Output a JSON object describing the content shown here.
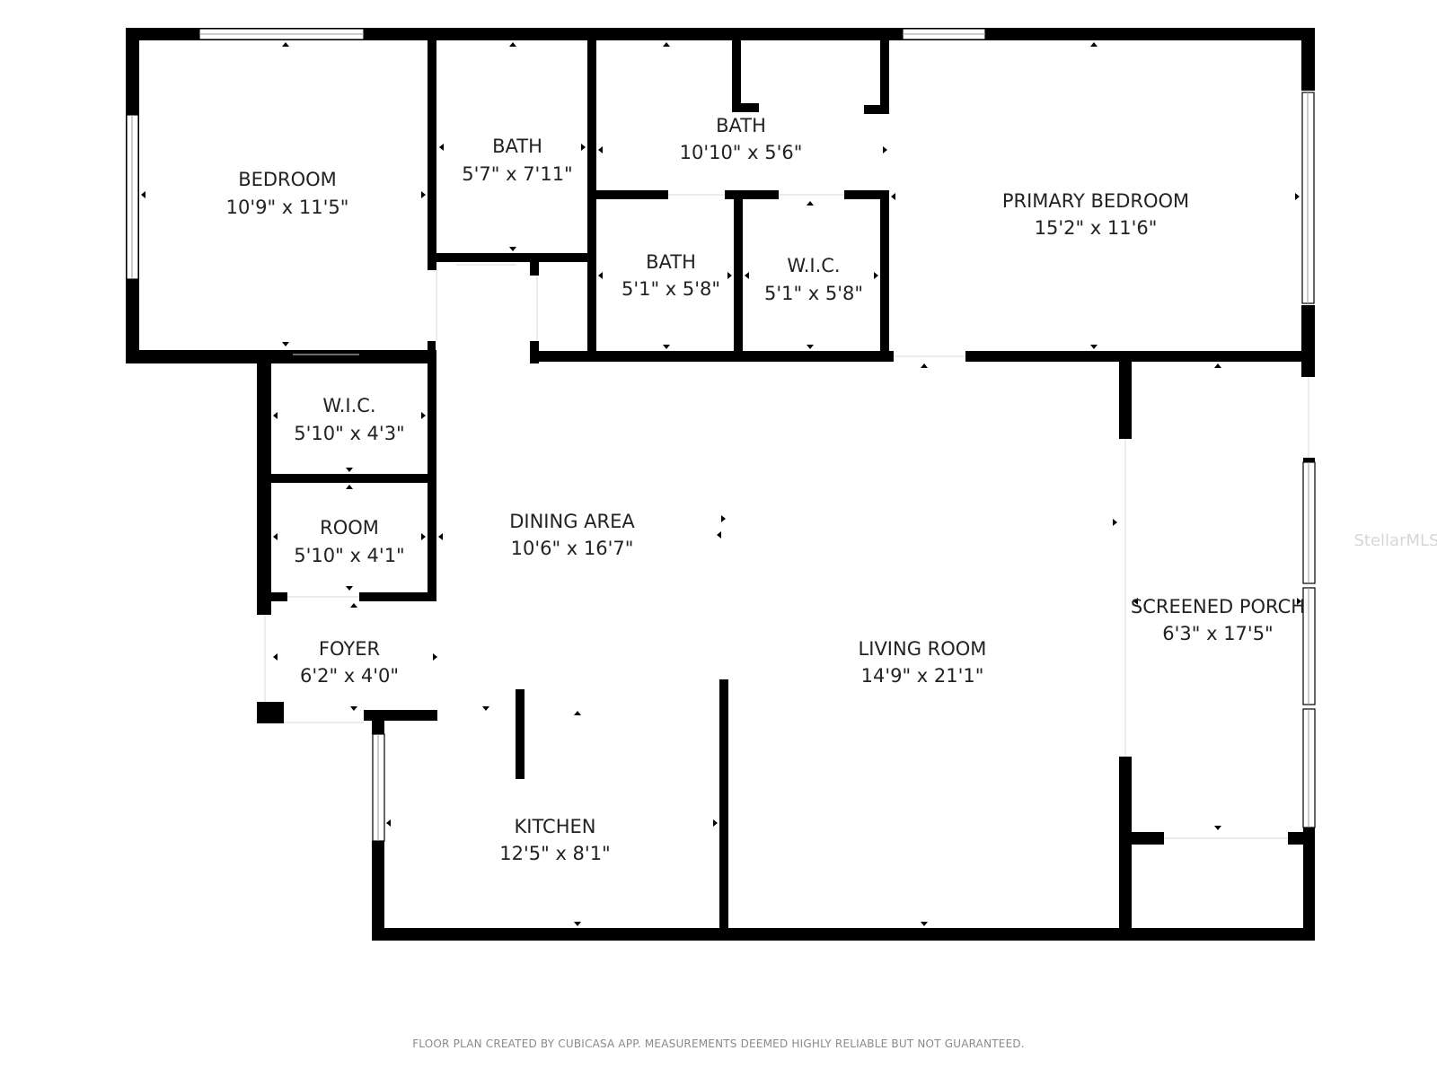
{
  "rooms": {
    "bedroom": {
      "name": "BEDROOM",
      "dims": "10'9\" x 11'5\""
    },
    "bath1": {
      "name": "BATH",
      "dims": "5'7\" x 7'11\""
    },
    "bath2": {
      "name": "BATH",
      "dims": "10'10\" x 5'6\""
    },
    "primary_bedroom": {
      "name": "PRIMARY BEDROOM",
      "dims": "15'2\" x 11'6\""
    },
    "bath3": {
      "name": "BATH",
      "dims": "5'1\" x 5'8\""
    },
    "wic1": {
      "name": "W.I.C.",
      "dims": "5'1\" x 5'8\""
    },
    "wic2": {
      "name": "W.I.C.",
      "dims": "5'10\" x 4'3\""
    },
    "room": {
      "name": "ROOM",
      "dims": "5'10\" x 4'1\""
    },
    "dining_area": {
      "name": "DINING AREA",
      "dims": "10'6\" x 16'7\""
    },
    "foyer": {
      "name": "FOYER",
      "dims": "6'2\" x 4'0\""
    },
    "living_room": {
      "name": "LIVING ROOM",
      "dims": "14'9\" x 21'1\""
    },
    "screened_porch": {
      "name": "SCREENED PORCH",
      "dims": "6'3\" x 17'5\""
    },
    "kitchen": {
      "name": "KITCHEN",
      "dims": "12'5\" x 8'1\""
    }
  },
  "footer": "FLOOR PLAN CREATED BY CUBICASA APP. MEASUREMENTS DEEMED HIGHLY RELIABLE BUT NOT GUARANTEED.",
  "watermark": "StellarMLS"
}
